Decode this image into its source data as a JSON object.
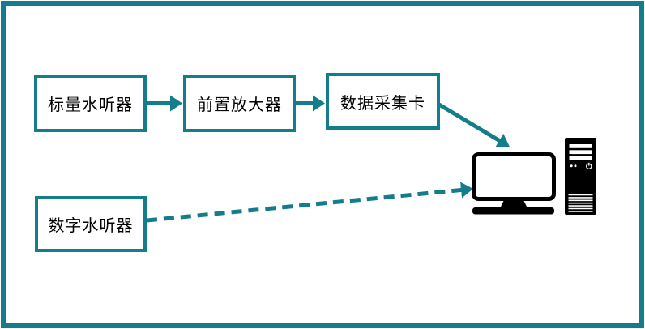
{
  "diagram": {
    "background_color": "#FFFFFF",
    "frame_color": "#147D8B",
    "accent_color": "#147D8B",
    "icon_color": "#000000",
    "text_color": "#000000",
    "nodes": [
      {
        "id": "scalar-hydrophone",
        "label": "标量水听器",
        "shape": "rect"
      },
      {
        "id": "preamplifier",
        "label": "前置放大器",
        "shape": "rect"
      },
      {
        "id": "daq-card",
        "label": "数据采集卡",
        "shape": "rect"
      },
      {
        "id": "digital-hydrophone",
        "label": "数字水听器",
        "shape": "rect"
      },
      {
        "id": "computer",
        "label": "",
        "shape": "icon",
        "icon": "desktop-computer-icon"
      }
    ],
    "connections": [
      {
        "from": "scalar-hydrophone",
        "to": "preamplifier",
        "style": "solid-arrow"
      },
      {
        "from": "preamplifier",
        "to": "daq-card",
        "style": "solid-arrow"
      },
      {
        "from": "daq-card",
        "to": "computer",
        "style": "solid-arrow"
      },
      {
        "from": "digital-hydrophone",
        "to": "computer",
        "style": "dashed-arrow"
      }
    ]
  }
}
